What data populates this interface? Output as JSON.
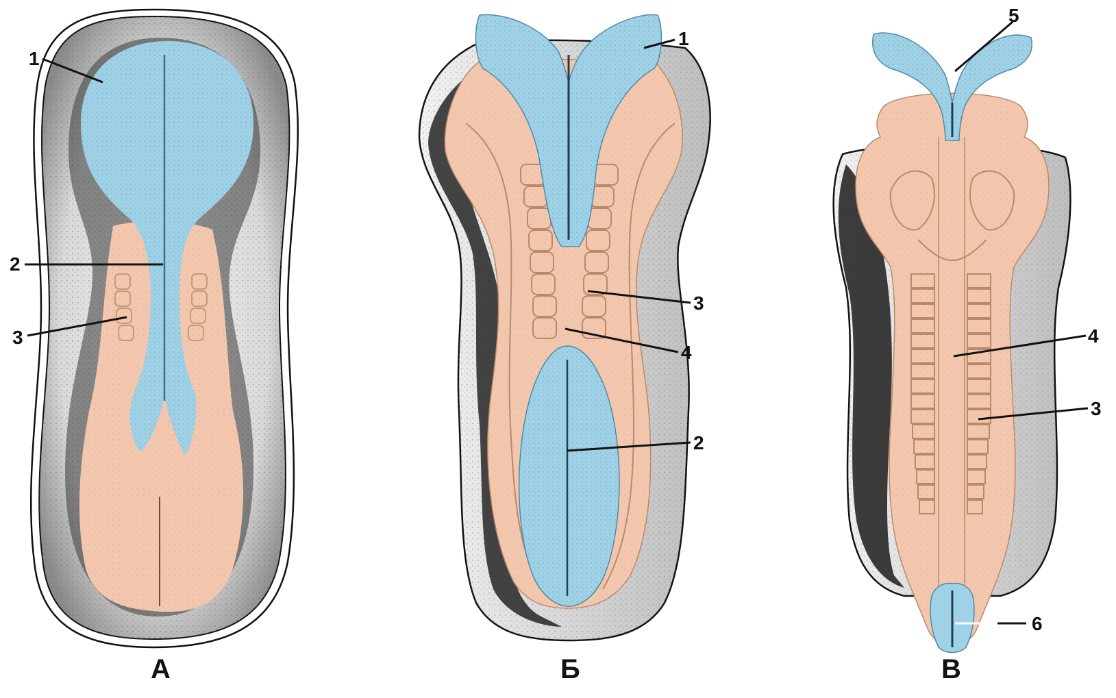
{
  "panels": [
    {
      "caption": "А",
      "labels": [
        "1",
        "2",
        "3"
      ]
    },
    {
      "caption": "Б",
      "labels": [
        "1",
        "3",
        "4",
        "2"
      ]
    },
    {
      "caption": "В",
      "labels": [
        "5",
        "4",
        "3",
        "6"
      ]
    }
  ],
  "colors": {
    "neural_tissue": "#9fd2e6",
    "ectoderm_body": "#f3c7ad",
    "shadow": "#2b2b2b",
    "outline": "#111111",
    "stipple": "#cfcfcf"
  }
}
